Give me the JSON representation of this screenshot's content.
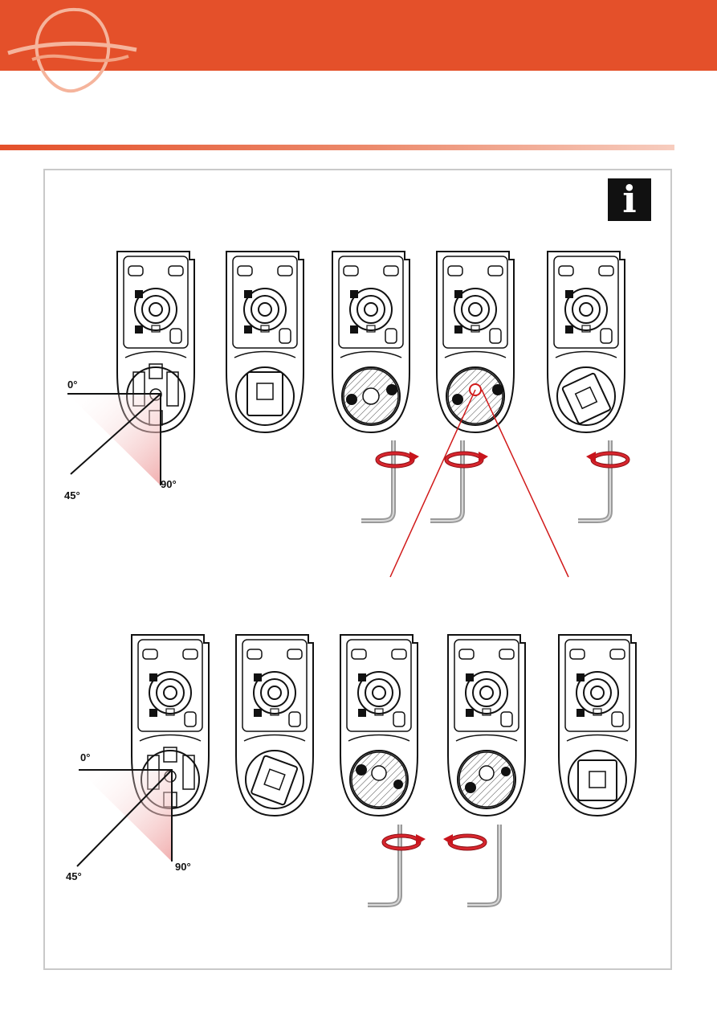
{
  "header": {
    "brand_color": "#e4502a"
  },
  "info_badge": {
    "glyph": "i"
  },
  "top_row": {
    "angles": {
      "a0": "0°",
      "a45": "45°",
      "a90": "90°"
    }
  },
  "bottom_row": {
    "angles": {
      "a0": "0°",
      "a45": "45°",
      "a90": "90°"
    }
  },
  "colors": {
    "accent": "#e4502a",
    "arrow": "#c8141c",
    "shade": "#f2b3b3",
    "line": "#111111",
    "pointer": "#d11a1a"
  }
}
